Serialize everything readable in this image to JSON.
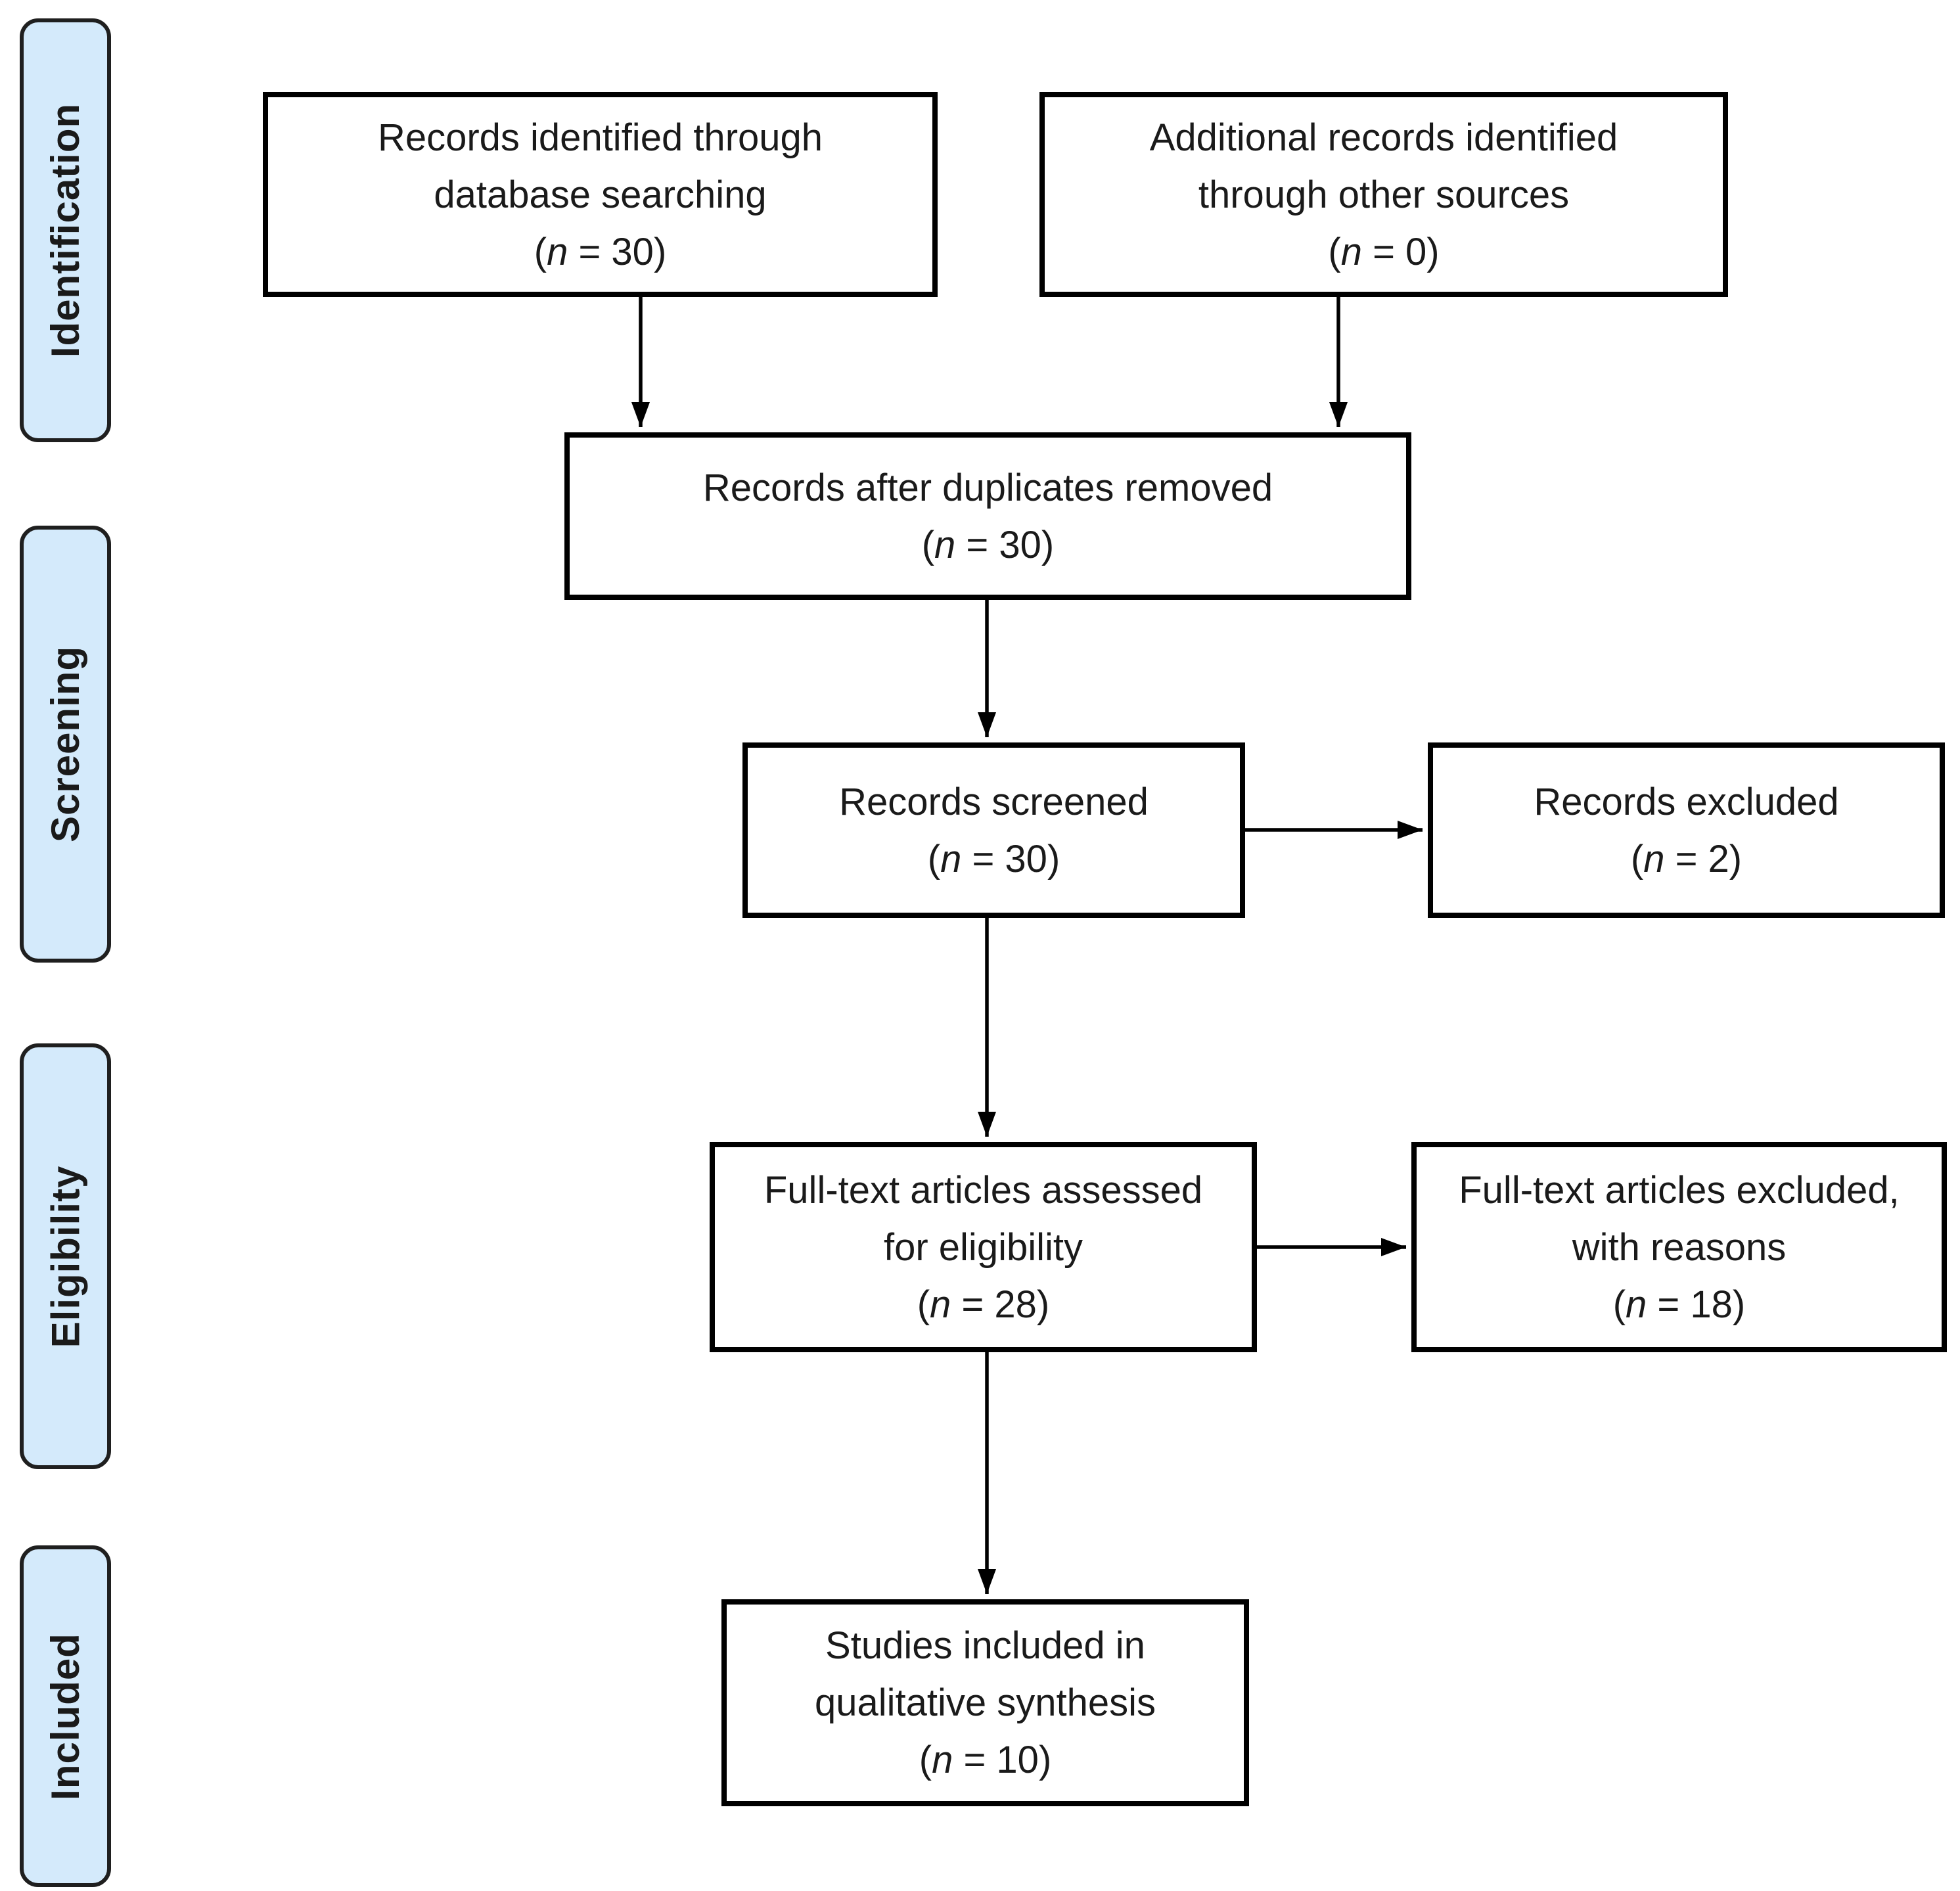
{
  "sidebar": {
    "bands": [
      {
        "id": "identification",
        "label": "Identification"
      },
      {
        "id": "screening",
        "label": "Screening"
      },
      {
        "id": "eligibility",
        "label": "Eligibility"
      },
      {
        "id": "included",
        "label": "Included"
      }
    ]
  },
  "boxes": {
    "identified": {
      "lines": [
        "Records identified through",
        "database searching"
      ],
      "count": "(n = 30)"
    },
    "additional": {
      "lines": [
        "Additional records identified",
        "through other sources"
      ],
      "count": "(n = 0)"
    },
    "duplicates_removed": {
      "lines": [
        "Records after duplicates removed"
      ],
      "count": "(n = 30)"
    },
    "screened": {
      "lines": [
        "Records screened"
      ],
      "count": "(n = 30)"
    },
    "records_excluded": {
      "lines": [
        "Records excluded"
      ],
      "count": "(n = 2)"
    },
    "fulltext_assessed": {
      "lines": [
        "Full-text articles assessed",
        "for eligibility"
      ],
      "count": "(n = 28)"
    },
    "fulltext_excluded": {
      "lines": [
        "Full-text articles excluded,",
        "with reasons"
      ],
      "count": "(n = 18)"
    },
    "qualitative_synthesis": {
      "lines": [
        "Studies included in",
        "qualitative synthesis"
      ],
      "count": "(n = 10)"
    }
  },
  "colors": {
    "band_fill": "#d4eafb",
    "band_border": "#1f1f1f",
    "box_fill": "#ffffff",
    "box_border": "#000000",
    "arrow": "#000000",
    "text": "#1a1a1a"
  }
}
